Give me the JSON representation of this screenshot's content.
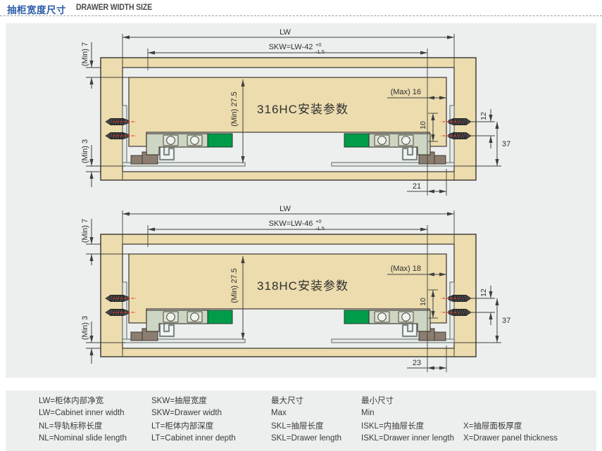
{
  "header": {
    "title_cn": "抽柜宽度尺寸",
    "title_en": "DRAWER WIDTH SIZE"
  },
  "colors": {
    "accent_blue": "#2a5ca8",
    "panel_gray": "#edefee",
    "wood": "#ecdcae",
    "wood_stroke": "#45403a",
    "slide_green": "#009c4a",
    "slide_sage": "#ccd6c3",
    "rail_gray": "#7e8a86",
    "stopper_brown": "#8b7d6f",
    "screw_axis_red": "#e63329",
    "dim_line": "#3f3f3f"
  },
  "diagrams": [
    {
      "model": "316HC安装参数",
      "lw_label": "LW",
      "skw_formula": "SKW=LW-42",
      "tolerance_upper": "+0",
      "tolerance_lower": "-1.5",
      "min_top_clearance": "(Min) 7",
      "min_bottom_clearance": "(Min) 3",
      "min_height": "(Min) 27.5",
      "max_side_gap": "(Max) 16",
      "screw_offset": "10",
      "screw_spacing": "12",
      "mount_height": "37",
      "bottom_offset": "21"
    },
    {
      "model": "318HC安装参数",
      "lw_label": "LW",
      "skw_formula": "SKW=LW-46",
      "tolerance_upper": "+0",
      "tolerance_lower": "-1.5",
      "min_top_clearance": "(Min) 7",
      "min_bottom_clearance": "(Min) 3",
      "min_height": "(Min) 27.5",
      "max_side_gap": "(Max) 18",
      "screw_offset": "10",
      "screw_spacing": "12",
      "mount_height": "37",
      "bottom_offset": "23"
    }
  ],
  "legend": {
    "columns": [
      {
        "rows": [
          "LW=柜体内部净宽",
          "LW=Cabinet inner width",
          "NL=导轨标称长度",
          "NL=Nominal slide length"
        ]
      },
      {
        "rows": [
          "SKW=抽屉宽度",
          "SKW=Drawer width",
          "LT=柜体内部深度",
          "LT=Cabinet inner depth"
        ]
      },
      {
        "rows": [
          "最大尺寸",
          "Max",
          "SKL=抽屉长度",
          "SKL=Drawer length"
        ]
      },
      {
        "rows": [
          "最小尺寸",
          "Min",
          "ISKL=内抽屉长度",
          "ISKL=Drawer inner length"
        ]
      },
      {
        "rows": [
          "",
          "",
          "X=抽屉面板厚度",
          "X=Drawer panel thickness"
        ]
      }
    ]
  }
}
